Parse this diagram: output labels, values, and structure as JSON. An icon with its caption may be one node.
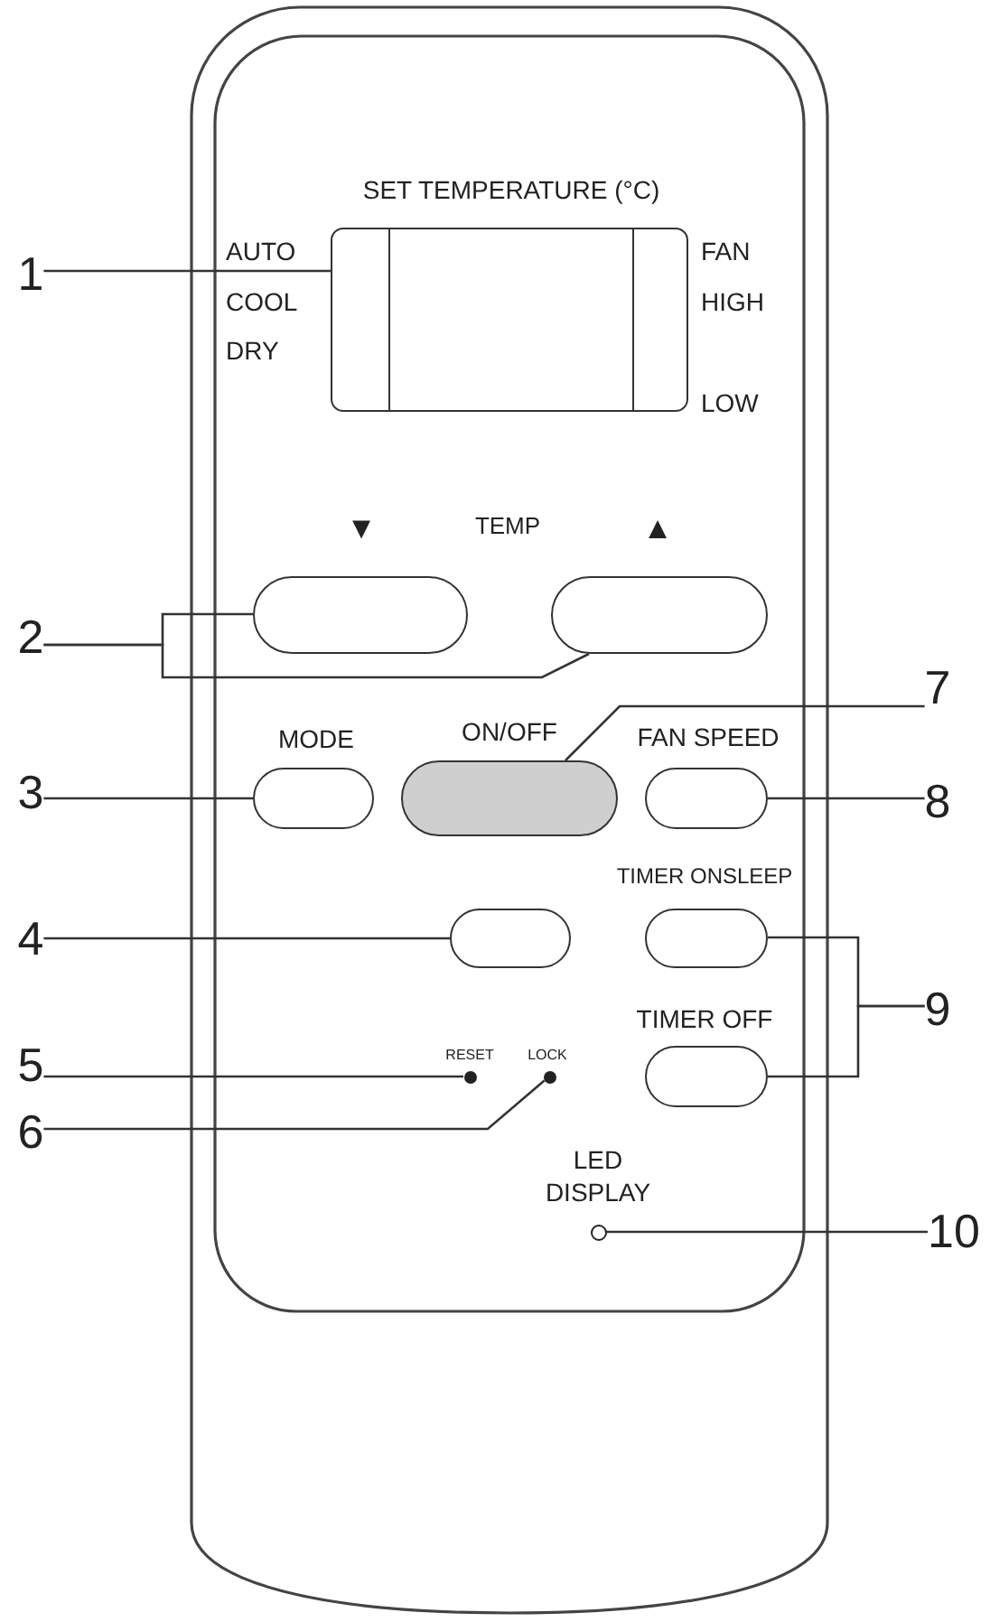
{
  "diagram": {
    "nodes": [
      {
        "text": [],
        "shape": "box",
        "beside": [
          "AUTO",
          "COOL",
          "DRY",
          "FAN",
          "HIGH",
          "LOW"
        ]
      },
      {
        "text": [
          "1"
        ]
      },
      {
        "text": [],
        "shape": "box"
      },
      {
        "text": [],
        "shape": "box"
      },
      {
        "text": [
          "2"
        ]
      },
      {
        "text": [
          "7"
        ]
      },
      {
        "text": [
          "3"
        ]
      },
      {
        "text": [],
        "shape": "box"
      },
      {
        "text": [],
        "shape": "box"
      },
      {
        "text": [],
        "shape": "box"
      },
      {
        "text": [
          "8"
        ]
      },
      {
        "text": [
          "4"
        ]
      },
      {
        "text": [],
        "shape": "box"
      },
      {
        "text": [],
        "shape": "box"
      },
      {
        "text": [
          "9"
        ]
      },
      {
        "text": [],
        "shape": "box"
      },
      {
        "text": [
          "5"
        ]
      },
      {
        "text": [],
        "shape": "circle"
      },
      {
        "text": [],
        "shape": "circle"
      },
      {
        "text": [
          "6"
        ]
      },
      {
        "text": [],
        "shape": "circle"
      },
      {
        "text": [
          "10"
        ]
      }
    ],
    "edges": [
      {
        "from": 1,
        "to": 0,
        "arrow": "none"
      },
      {
        "from": 4,
        "to": 2,
        "arrow": "none"
      },
      {
        "from": 4,
        "to": 3,
        "arrow": "none"
      },
      {
        "from": 5,
        "to": 8,
        "arrow": "none"
      },
      {
        "from": 6,
        "to": 7,
        "arrow": "none"
      },
      {
        "from": 10,
        "to": 9,
        "arrow": "none"
      },
      {
        "from": 11,
        "to": 12,
        "arrow": "none"
      },
      {
        "from": 14,
        "to": 13,
        "arrow": "none"
      },
      {
        "from": 14,
        "to": 15,
        "arrow": "none"
      },
      {
        "from": 16,
        "to": 17,
        "arrow": "none"
      },
      {
        "from": 19,
        "to": 18,
        "arrow": "none"
      },
      {
        "from": 21,
        "to": 20,
        "arrow": "none"
      }
    ],
    "labels": [
      "SET TEMPERATURE (°C)",
      "▼",
      "TEMP",
      "▲",
      "MODE",
      "ON/OFF",
      "FAN SPEED",
      "TIMER ONSLEEP",
      "TIMER OFF",
      "RESET",
      "LOCK",
      "LED DISPLAY"
    ]
  }
}
